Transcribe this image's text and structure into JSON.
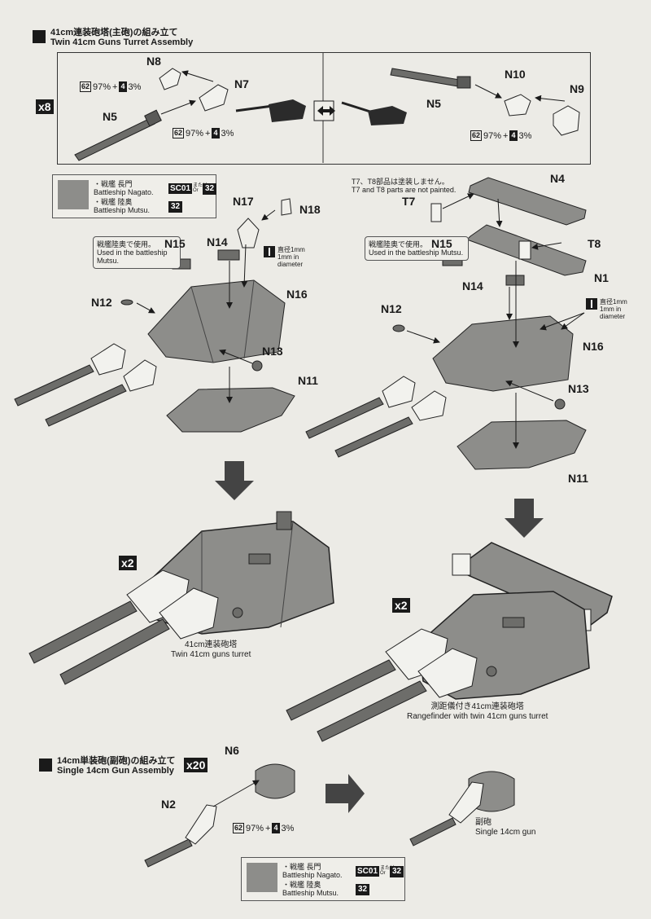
{
  "section1": {
    "title_jp": "41cm連装砲塔(主砲)の組み立て",
    "title_en": "Twin 41cm Guns Turret Assembly",
    "multiplier": "x8",
    "mix_left": {
      "a": "62",
      "a_pct": "97%",
      "plus": "+",
      "b": "4",
      "b_pct": "3%"
    },
    "mix_top": {
      "a": "62",
      "a_pct": "97%",
      "plus": "+",
      "b": "4",
      "b_pct": "3%"
    },
    "mix_right": {
      "a": "62",
      "a_pct": "97%",
      "plus": "+",
      "b": "4",
      "b_pct": "3%"
    },
    "parts": {
      "n8": "N8",
      "n7": "N7",
      "n5_left": "N5",
      "n10": "N10",
      "n9": "N9",
      "n5_right": "N5"
    }
  },
  "legend_top": {
    "row1_jp": "・戦艦 長門",
    "row1_en": "Battleship Nagato.",
    "row2_jp": "・戦艦 陸奥",
    "row2_en": "Battleship Mutsu.",
    "code": "SC01",
    "or_jp": "または",
    "or_en": "Or",
    "num1": "32",
    "num2": "32",
    "swatch_color": "#8d8d8a"
  },
  "left_turret": {
    "note_jp": "戦艦陸奥で使用。",
    "note_en": "Used in the battleship Mutsu.",
    "labels": {
      "n17": "N17",
      "n18": "N18",
      "n15": "N15",
      "n14": "N14",
      "n12": "N12",
      "n16": "N16",
      "n13": "N13",
      "n11": "N11"
    },
    "diam_jp": "直径1mm",
    "diam_en": "1mm in diameter"
  },
  "right_turret": {
    "t_note_jp": "T7、T8部品は塗装しません。",
    "t_note_en": "T7 and T8 parts are not painted.",
    "note_jp": "戦艦陸奥で使用。",
    "note_en": "Used in the battleship Mutsu.",
    "labels": {
      "t7": "T7",
      "n4": "N4",
      "t8": "T8",
      "n15": "N15",
      "n1": "N1",
      "n14": "N14",
      "n12": "N12",
      "n16": "N16",
      "n13": "N13",
      "n11": "N11"
    },
    "diam_jp": "直径1mm",
    "diam_en": "1mm in diameter"
  },
  "results": {
    "left_mult": "x2",
    "left_caption_jp": "41cm連装砲塔",
    "left_caption_en": "Twin 41cm guns turret",
    "right_mult": "x2",
    "right_caption_jp": "測距儀付き41cm連装砲塔",
    "right_caption_en": "Rangefinder with twin 41cm guns turret"
  },
  "section2": {
    "title_jp": "14cm単装砲(副砲)の組み立て",
    "title_en": "Single 14cm Gun Assembly",
    "multiplier": "x20",
    "n6": "N6",
    "n2": "N2",
    "mix": {
      "a": "62",
      "a_pct": "97%",
      "plus": "+",
      "b": "4",
      "b_pct": "3%"
    },
    "caption_jp": "副砲",
    "caption_en": "Single 14cm gun"
  },
  "legend_bottom": {
    "row1_jp": "・戦艦 長門",
    "row1_en": "Battleship Nagato.",
    "row2_jp": "・戦艦 陸奥",
    "row2_en": "Battleship Mutsu.",
    "code": "SC01",
    "or_jp": "または",
    "or_en": "Or",
    "num1": "32",
    "num2": "32"
  }
}
